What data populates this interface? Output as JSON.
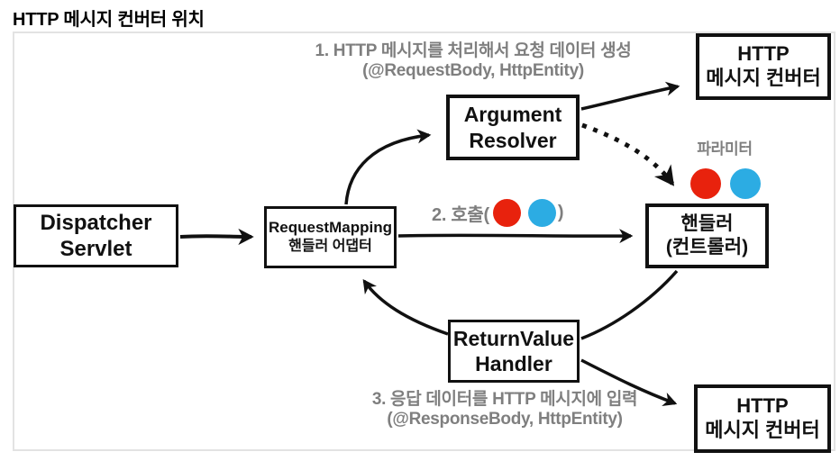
{
  "title": "HTTP 메시지 컨버터 위치",
  "colors": {
    "red_dot": "#e8220d",
    "blue_dot": "#2cace3",
    "annotation_gray": "#7f7f7f",
    "box_border": "#111111",
    "frame_border": "#e3e3e3"
  },
  "boxes": {
    "dispatcher": {
      "line1": "Dispatcher",
      "line2": "Servlet"
    },
    "adapter": {
      "line1": "RequestMapping",
      "line2": "핸들러 어댑터"
    },
    "argument_resolver": {
      "line1": "Argument",
      "line2": "Resolver"
    },
    "http_converter_top": {
      "line1": "HTTP",
      "line2": "메시지 컨버터"
    },
    "handler": {
      "line1": "핸들러",
      "line2": "(컨트롤러)"
    },
    "return_value_handler": {
      "line1": "ReturnValue",
      "line2": "Handler"
    },
    "http_converter_bottom": {
      "line1": "HTTP",
      "line2": "메시지 컨버터"
    }
  },
  "annotations": {
    "step1_line1": "1. HTTP 메시지를 처리해서 요청 데이터 생성",
    "step1_line2": "(@RequestBody, HttpEntity)",
    "step2_prefix": "2. 호출(",
    "step2_suffix": ")",
    "step3_line1": "3. 응답 데이터를 HTTP 메시지에 입력",
    "step3_line2": "(@ResponseBody, HttpEntity)",
    "parameter_label": "파라미터"
  }
}
